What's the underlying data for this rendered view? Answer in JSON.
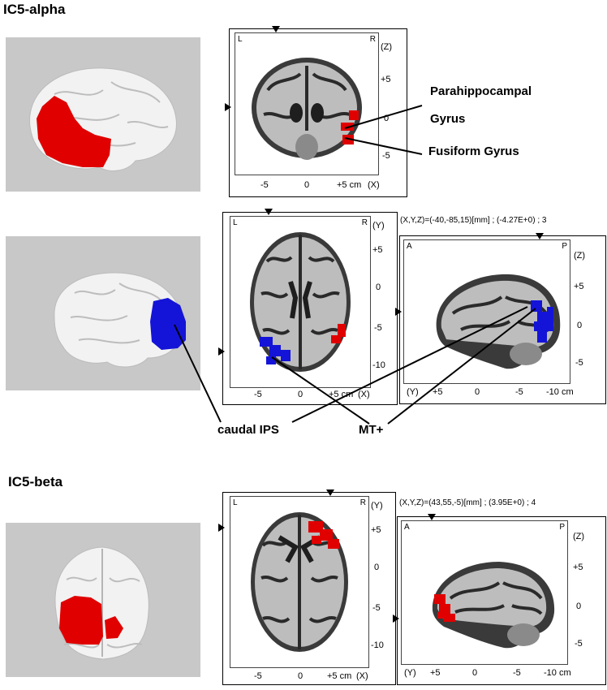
{
  "sections": {
    "alpha_title": "IC5-alpha",
    "beta_title": "IC5-beta"
  },
  "coronal_alpha": {
    "left": "L",
    "right": "R",
    "axis_name": "(Z)",
    "vticks": [
      "+5",
      "0",
      "-5"
    ],
    "hticks": [
      "-5",
      "0",
      "+5 cm",
      "(X)"
    ]
  },
  "axial_alpha": {
    "left": "L",
    "right": "R",
    "axis_name": "(Y)",
    "vticks": [
      "+5",
      "0",
      "-5",
      "-10"
    ],
    "hticks": [
      "-5",
      "0",
      "+5 cm",
      "(X)"
    ]
  },
  "sagittal_alpha": {
    "info": "(X,Y,Z)=(-40,-85,15)[mm] ; (-4.27E+0) ; 3",
    "left": "A",
    "right": "P",
    "axis_name": "(Z)",
    "vticks": [
      "+5",
      "0",
      "-5"
    ],
    "hticks": [
      "(Y)",
      "+5",
      "0",
      "-5",
      "-10 cm"
    ]
  },
  "axial_beta": {
    "left": "L",
    "right": "R",
    "axis_name": "(Y)",
    "vticks": [
      "+5",
      "0",
      "-5",
      "-10"
    ],
    "hticks": [
      "-5",
      "0",
      "+5 cm",
      "(X)"
    ]
  },
  "sagittal_beta": {
    "info": "(X,Y,Z)=(43,55,-5)[mm] ; (3.95E+0) ; 4",
    "left": "A",
    "right": "P",
    "axis_name": "(Z)",
    "vticks": [
      "+5",
      "0",
      "-5"
    ],
    "hticks": [
      "(Y)",
      "+5",
      "0",
      "-5",
      "-10 cm"
    ]
  },
  "annotations": {
    "parahippocampal_line1": "Parahippocampal",
    "parahippocampal_line2": "Gyrus",
    "fusiform": "Fusiform Gyrus",
    "caudal_ips": "caudal IPS",
    "mt_plus": "MT+"
  },
  "colors": {
    "activation_red": "#e00000",
    "activation_blue": "#1414d8",
    "render_bg": "#c8c8c8"
  }
}
